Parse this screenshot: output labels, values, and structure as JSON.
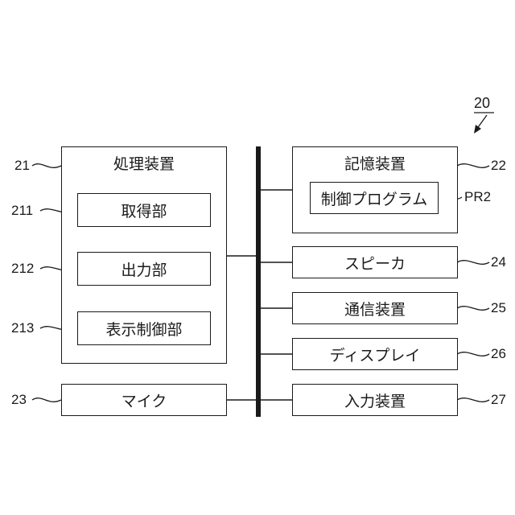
{
  "figure_ref": "20",
  "processing_unit": {
    "ref": "21",
    "title": "処理装置",
    "parts": [
      {
        "ref": "211",
        "label": "取得部"
      },
      {
        "ref": "212",
        "label": "出力部"
      },
      {
        "ref": "213",
        "label": "表示制御部"
      }
    ]
  },
  "storage": {
    "ref": "22",
    "title": "記憶装置",
    "program": {
      "ref": "PR2",
      "label": "制御プログラム"
    }
  },
  "microphone": {
    "ref": "23",
    "label": "マイク"
  },
  "speaker": {
    "ref": "24",
    "label": "スピーカ"
  },
  "communication": {
    "ref": "25",
    "label": "通信装置"
  },
  "display": {
    "ref": "26",
    "label": "ディスプレイ"
  },
  "input": {
    "ref": "27",
    "label": "入力装置"
  }
}
